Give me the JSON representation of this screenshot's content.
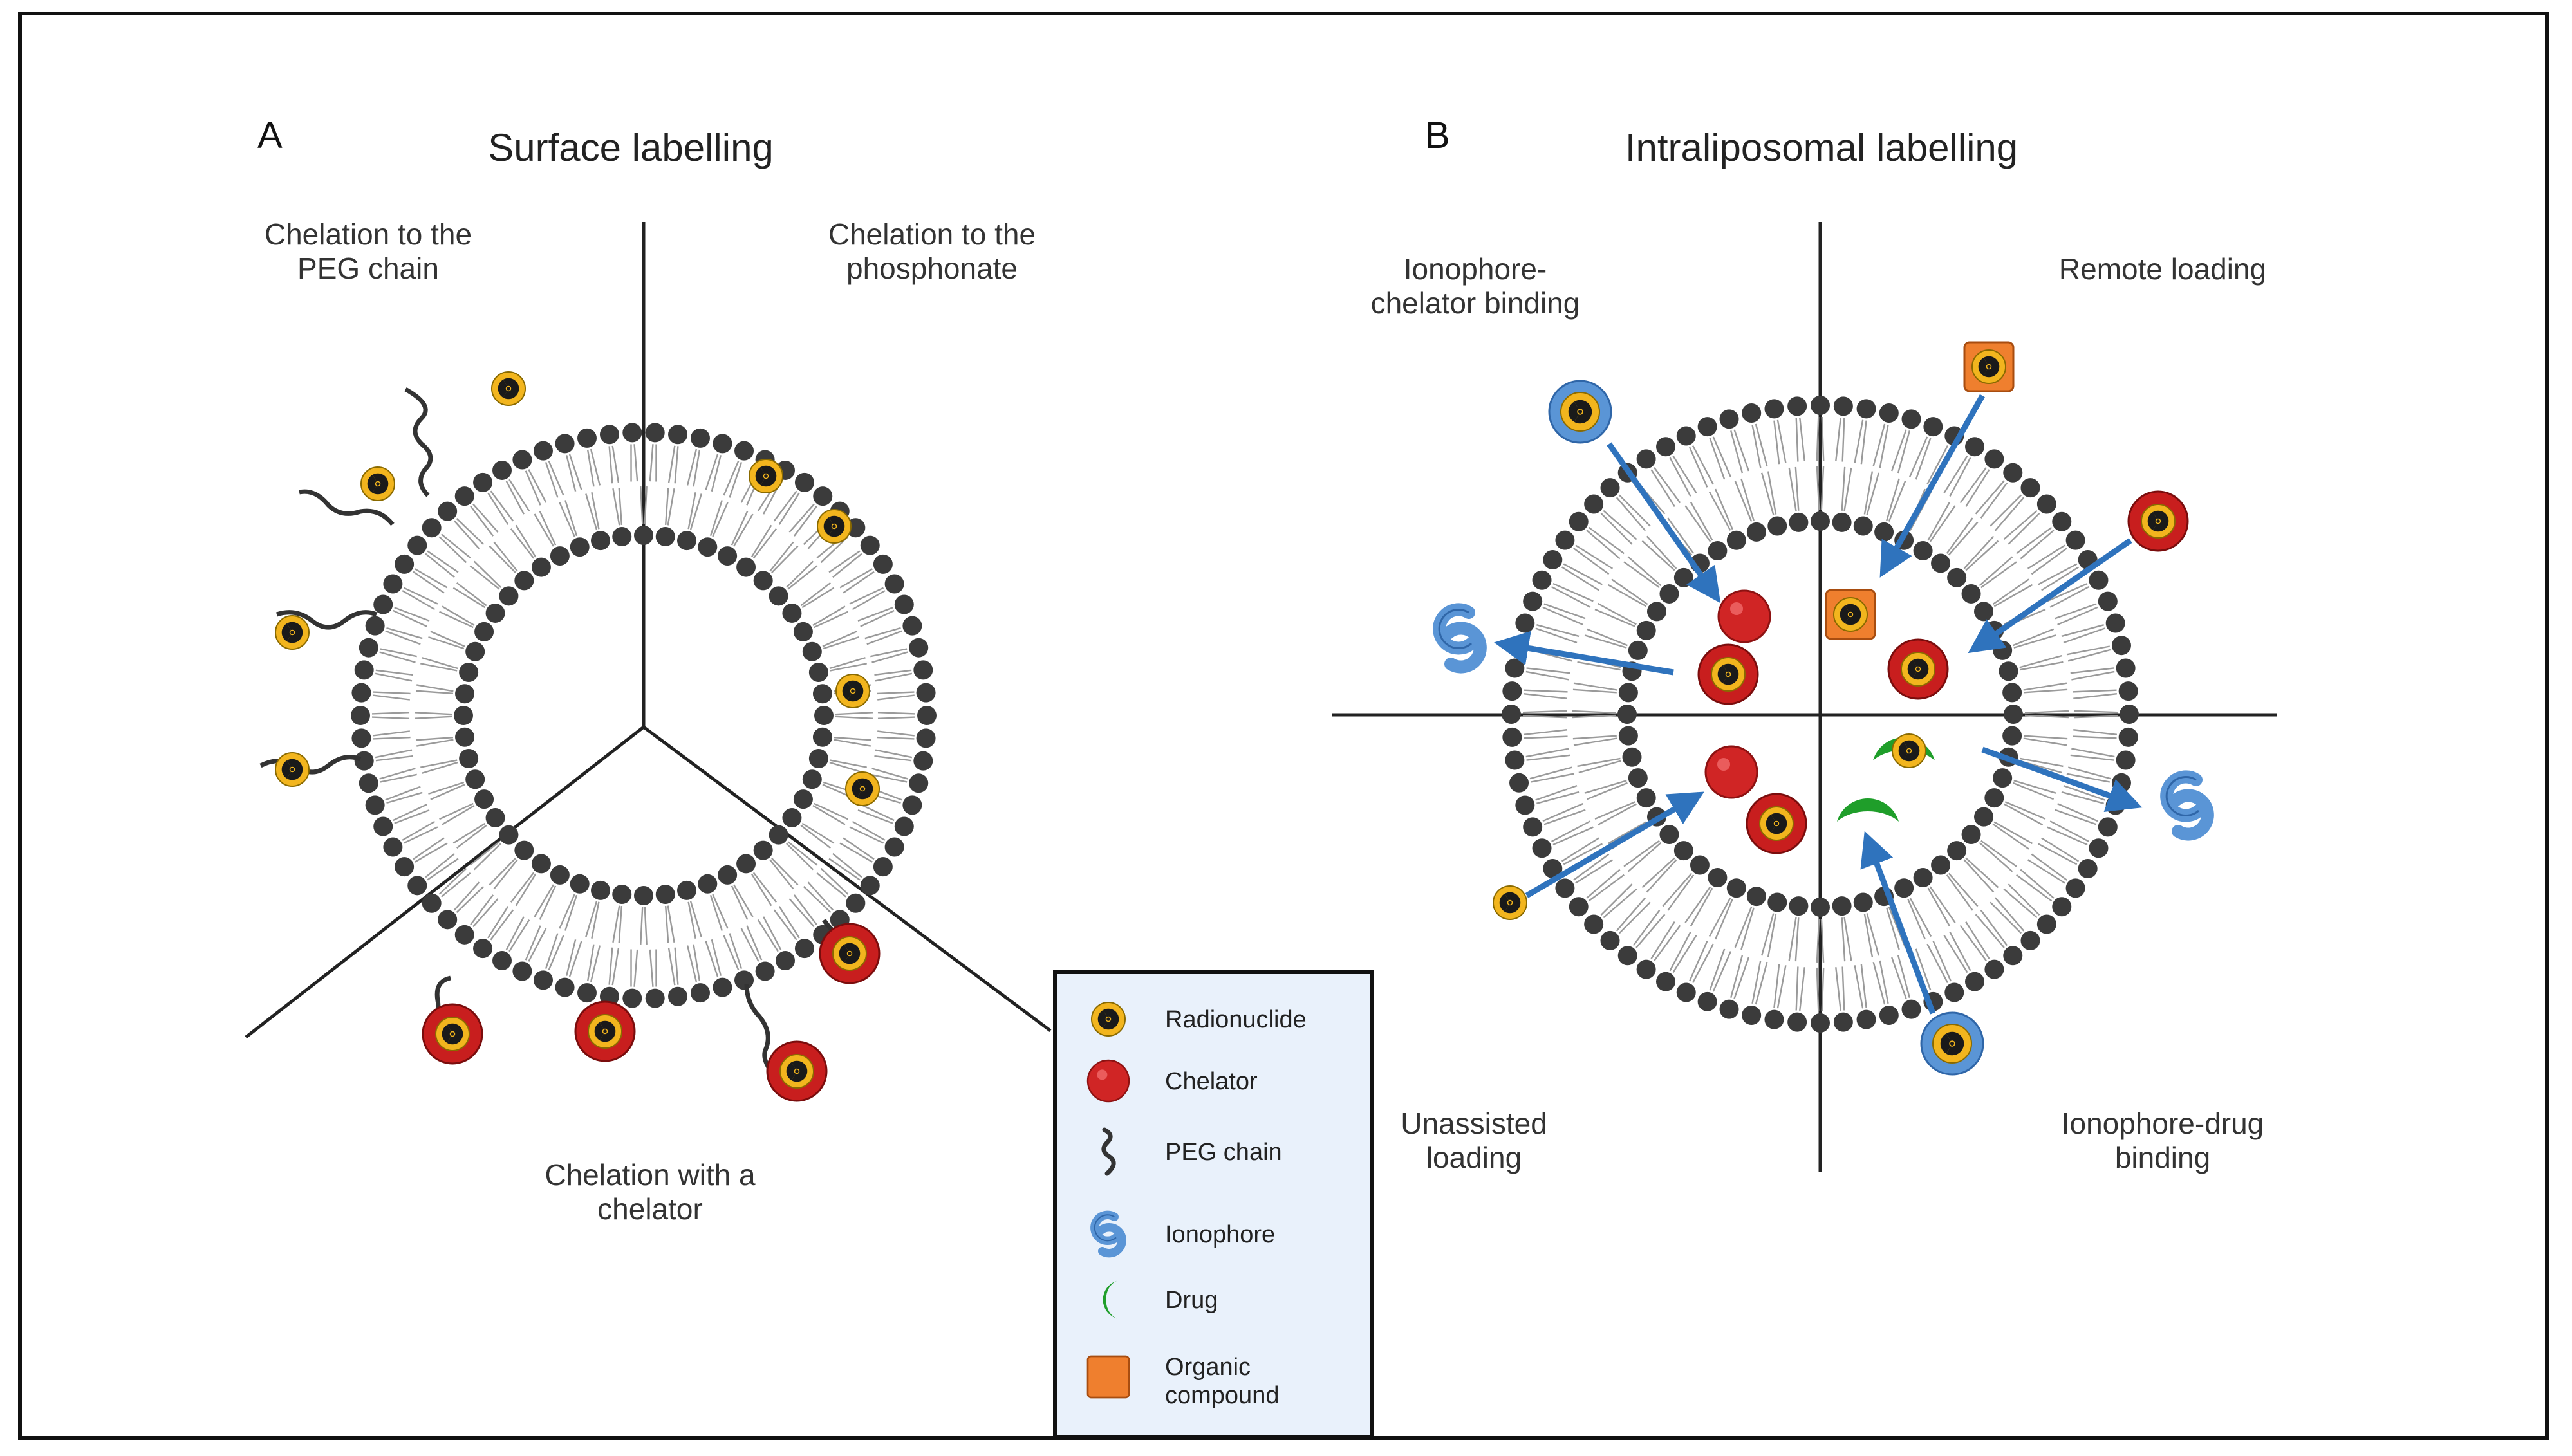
{
  "panels": [
    {
      "letter": "A",
      "title": "Surface labelling",
      "regions": [
        "Chelation to the PEG chain",
        "Chelation to the phosphonate",
        "Chelation with a chelator"
      ]
    },
    {
      "letter": "B",
      "title": "Intraliposomal labelling",
      "regions": [
        "Ionophore-chelator binding",
        "Remote loading",
        "Unassisted loading",
        "Ionophore-drug binding"
      ]
    }
  ],
  "legend": [
    {
      "icon": "radionuclide-icon",
      "label": "Radionuclide"
    },
    {
      "icon": "chelator-icon",
      "label": "Chelator"
    },
    {
      "icon": "peg-chain-icon",
      "label": "PEG chain"
    },
    {
      "icon": "ionophore-icon",
      "label": "Ionophore"
    },
    {
      "icon": "drug-icon",
      "label": "Drug"
    },
    {
      "icon": "organic-compound-icon",
      "label": "Organic compound"
    }
  ],
  "colors": {
    "radionuclide": "#f2b51e",
    "chelator": "#c81e1e",
    "ionophore": "#5a95d6",
    "drug": "#1f9e2a",
    "organic_compound": "#ef7f2e",
    "headgroup": "#3b3b3b",
    "arrow": "#2f73bd",
    "legend_bg": "#e9f1fb"
  }
}
